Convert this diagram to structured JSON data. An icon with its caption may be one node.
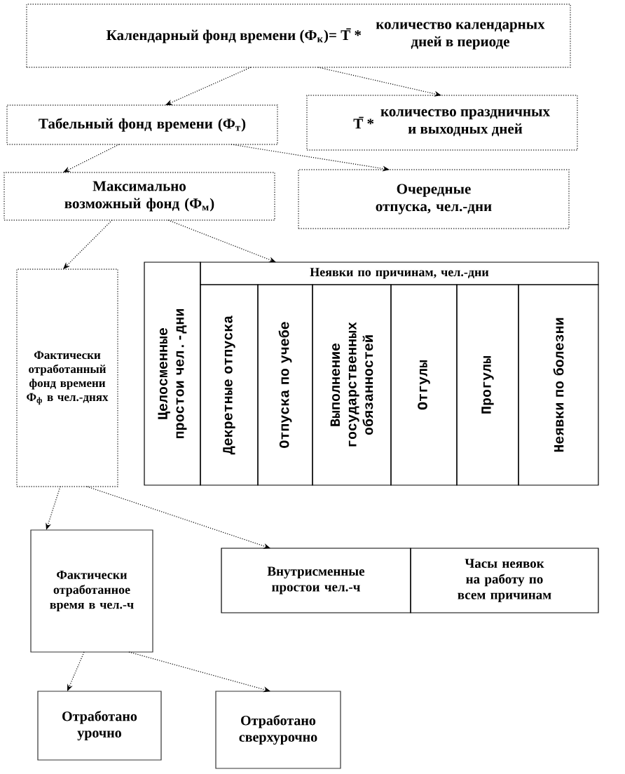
{
  "diagram": {
    "nodes": [
      {
        "text": [
          "Календарный фонд времени (Ф$_{к}$)= Т̄ *",
          "количество календарных дней в периоде"
        ]
      },
      {
        "text": [
          "Табельный фонд времени (Ф$_{т}$)"
        ]
      },
      {
        "text": [
          "Т̄ *",
          "количество праздничных и выходных дней"
        ]
      },
      {
        "text": [
          "Максимально возможный фонд (Ф$_{м}$)"
        ]
      },
      {
        "text": [
          "Очередные отпуска, чел.-дни"
        ]
      },
      {
        "text": [
          "Фактически отработанный фонд времени Ф$_{ф}$ в чел.-днях"
        ]
      },
      {
        "text": [
          "Целосменные простои чел.-дни"
        ]
      },
      {
        "text": [
          "Неявки по причинам, чел.-дни"
        ]
      },
      {
        "text": [
          "Декретные отпуска"
        ]
      },
      {
        "text": [
          "Отпуска по учебе"
        ]
      },
      {
        "text": [
          "Выполнение государственных обязанностей"
        ]
      },
      {
        "text": [
          "Отгулы"
        ]
      },
      {
        "text": [
          "Прогулы"
        ]
      },
      {
        "text": [
          "Неявки по болезни"
        ]
      },
      {
        "text": [
          "Фактически отработанное время в чел.-ч"
        ]
      },
      {
        "text": [
          "Внутрисменные простои чел.-ч"
        ]
      },
      {
        "text": [
          "Часы неявок на работу по всем причинам"
        ]
      },
      {
        "text": [
          "Отработано урочно"
        ]
      },
      {
        "text": [
          "Отработано сверхурочно"
        ]
      }
    ],
    "edges": [
      {
        "from": 0,
        "to": 1,
        "arrow": "to"
      },
      {
        "from": 0,
        "to": 2,
        "arrow": "to"
      },
      {
        "from": 1,
        "to": 3,
        "arrow": "to"
      },
      {
        "from": 1,
        "to": 4,
        "arrow": "to"
      },
      {
        "from": 3,
        "to": 5,
        "arrow": "to"
      },
      {
        "from": 3,
        "to": 7,
        "arrow": "to"
      },
      {
        "from": 5,
        "to": 14,
        "arrow": "to"
      },
      {
        "from": 5,
        "to": 15,
        "arrow": "to"
      },
      {
        "from": 14,
        "to": 17,
        "arrow": "to"
      },
      {
        "from": 14,
        "to": 18,
        "arrow": "to"
      }
    ]
  }
}
